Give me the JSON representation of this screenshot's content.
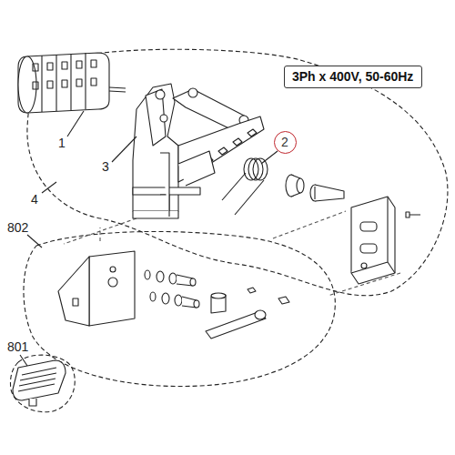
{
  "diagram": {
    "nodes": [
      {
        "text": [
          "3Ph x 400V, 50-60Hz"
        ]
      },
      {
        "text": [
          "2"
        ]
      }
    ],
    "labels": [
      "1",
      "3",
      "4",
      "802",
      "801"
    ]
  }
}
